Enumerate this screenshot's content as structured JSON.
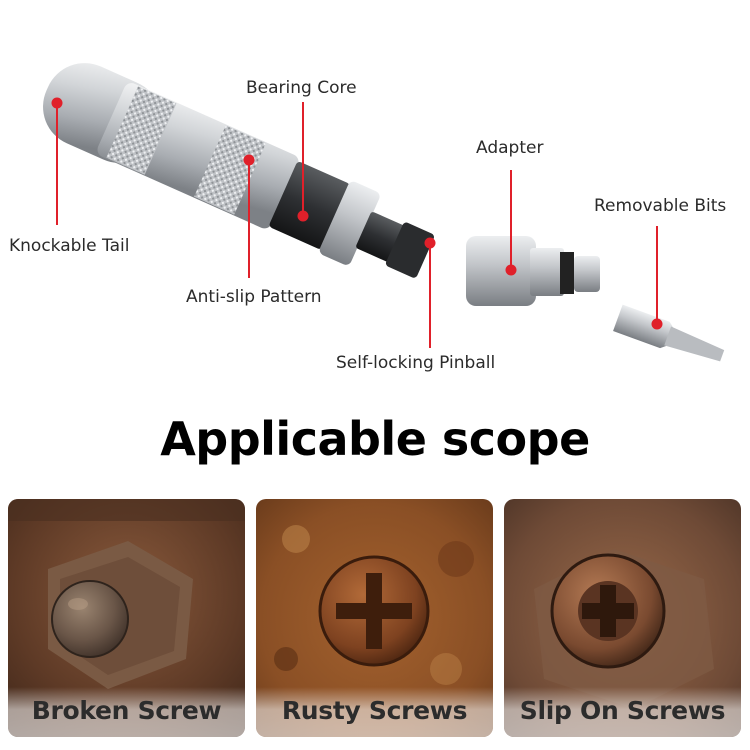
{
  "callouts": {
    "knockable_tail": "Knockable Tail",
    "bearing_core": "Bearing Core",
    "anti_slip_pattern": "Anti-slip Pattern",
    "self_locking_pinball": "Self-locking Pinball",
    "adapter": "Adapter",
    "removable_bits": "Removable Bits"
  },
  "heading": "Applicable scope",
  "scope_cards": [
    {
      "caption": "Broken Screw"
    },
    {
      "caption": "Rusty Screws"
    },
    {
      "caption": "Slip On Screws"
    }
  ],
  "colors": {
    "callout_red": "#e0202a",
    "rust": "#8a4a22",
    "steel": "#c9ccd0"
  }
}
